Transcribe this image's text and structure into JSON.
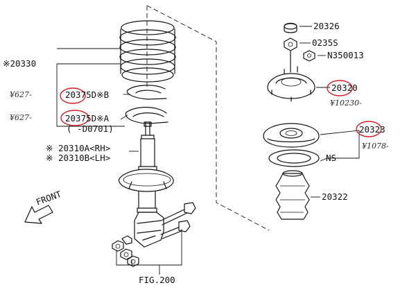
{
  "labels": {
    "spring": "※20330",
    "seat_b": "20375D※B",
    "seat_a": "20375D※A",
    "seat_a_note": "( -D0701)",
    "strut_rh": "※ 20310A<RH>",
    "strut_lh": "※ 20310B<LH>",
    "cap": "20326",
    "nut": "0235S",
    "lock_nut": "N350013",
    "mount": "20320",
    "bearing": "20323",
    "ns": "NS",
    "boot": "20322",
    "fig": "FIG.200",
    "front": "FRONT"
  },
  "handwritten": {
    "seat_b_price": "¥627-",
    "seat_a_price": "¥627-",
    "mount_price": "¥10230-",
    "bearing_price": "¥1078-"
  },
  "colors": {
    "ink": "#111111",
    "circle_mark": "#d21e2a"
  }
}
